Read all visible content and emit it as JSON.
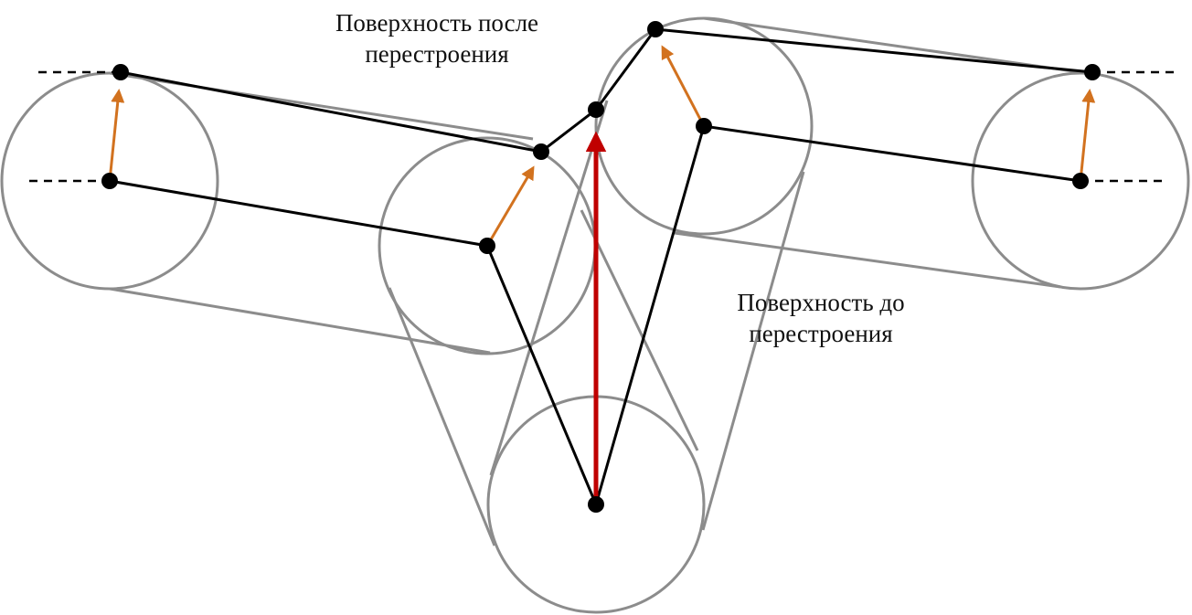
{
  "labels": {
    "after": [
      "Поверхность после",
      "перестроения"
    ],
    "before": [
      "Поверхность до",
      "перестроения"
    ]
  },
  "colors": {
    "circle": "#8c8c8c",
    "tangent": "#8c8c8c",
    "surface": "#000000",
    "point": "#000000",
    "displacement": "#d2721f",
    "main_arrow": "#c00000",
    "background": "#ffffff"
  }
}
